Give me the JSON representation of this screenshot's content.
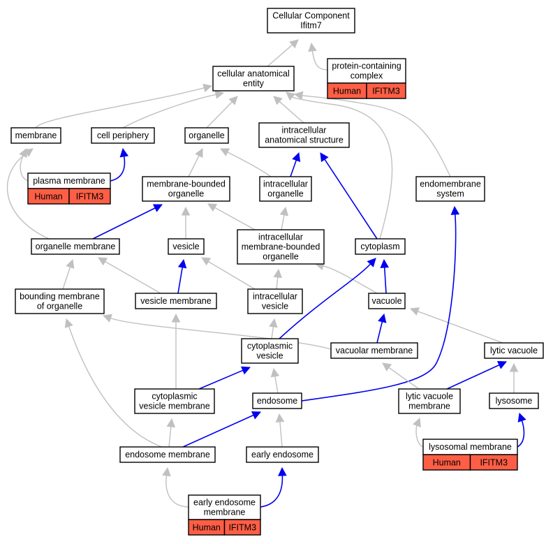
{
  "nodes": {
    "root": {
      "lines": [
        "Cellular Component",
        "Ifitm7"
      ]
    },
    "pcc": {
      "lines": [
        "protein-containing",
        "complex"
      ],
      "tags": [
        "Human",
        "IFITM3"
      ]
    },
    "cae": {
      "lines": [
        "cellular anatomical",
        "entity"
      ]
    },
    "membrane": {
      "lines": [
        "membrane"
      ]
    },
    "cellper": {
      "lines": [
        "cell periphery"
      ]
    },
    "organelle": {
      "lines": [
        "organelle"
      ]
    },
    "ias": {
      "lines": [
        "intracellular",
        "anatomical structure"
      ]
    },
    "plasmamem": {
      "lines": [
        "plasma membrane"
      ],
      "tags": [
        "Human",
        "IFITM3"
      ]
    },
    "mbo": {
      "lines": [
        "membrane-bounded",
        "organelle"
      ]
    },
    "intorg": {
      "lines": [
        "intracellular",
        "organelle"
      ]
    },
    "endosys": {
      "lines": [
        "endomembrane",
        "system"
      ]
    },
    "orgmem": {
      "lines": [
        "organelle membrane"
      ]
    },
    "vesicle": {
      "lines": [
        "vesicle"
      ]
    },
    "imbo": {
      "lines": [
        "intracellular",
        "membrane-bounded",
        "organelle"
      ]
    },
    "cytoplasm": {
      "lines": [
        "cytoplasm"
      ]
    },
    "bmo": {
      "lines": [
        "bounding membrane",
        "of organelle"
      ]
    },
    "vesmem": {
      "lines": [
        "vesicle membrane"
      ]
    },
    "intves": {
      "lines": [
        "intracellular",
        "vesicle"
      ]
    },
    "vacuole": {
      "lines": [
        "vacuole"
      ]
    },
    "cytves": {
      "lines": [
        "cytoplasmic",
        "vesicle"
      ]
    },
    "vacmem": {
      "lines": [
        "vacuolar membrane"
      ]
    },
    "lytvac": {
      "lines": [
        "lytic vacuole"
      ]
    },
    "cvm": {
      "lines": [
        "cytoplasmic",
        "vesicle membrane"
      ]
    },
    "endosome": {
      "lines": [
        "endosome"
      ]
    },
    "lvm": {
      "lines": [
        "lytic vacuole",
        "membrane"
      ]
    },
    "lysosome": {
      "lines": [
        "lysosome"
      ]
    },
    "lysomem": {
      "lines": [
        "lysosomal membrane"
      ],
      "tags": [
        "Human",
        "IFITM3"
      ]
    },
    "endomem": {
      "lines": [
        "endosome membrane"
      ]
    },
    "earlyendo": {
      "lines": [
        "early endosome"
      ]
    },
    "eem": {
      "lines": [
        "early endosome",
        "membrane"
      ],
      "tags": [
        "Human",
        "IFITM3"
      ]
    }
  },
  "edges": [
    {
      "from": "pcc",
      "to": "root",
      "color": "gray"
    },
    {
      "from": "cae",
      "to": "root",
      "color": "gray"
    },
    {
      "from": "membrane",
      "to": "cae",
      "color": "gray"
    },
    {
      "from": "cellper",
      "to": "cae",
      "color": "gray"
    },
    {
      "from": "organelle",
      "to": "cae",
      "color": "gray"
    },
    {
      "from": "ias",
      "to": "cae",
      "color": "gray"
    },
    {
      "from": "cytoplasm",
      "to": "cae",
      "color": "gray"
    },
    {
      "from": "endosys",
      "to": "cae",
      "color": "gray"
    },
    {
      "from": "plasmamem",
      "to": "membrane",
      "color": "gray"
    },
    {
      "from": "plasmamem",
      "to": "cellper",
      "color": "blue"
    },
    {
      "from": "orgmem",
      "to": "membrane",
      "color": "gray"
    },
    {
      "from": "mbo",
      "to": "organelle",
      "color": "gray"
    },
    {
      "from": "intorg",
      "to": "organelle",
      "color": "gray"
    },
    {
      "from": "intorg",
      "to": "ias",
      "color": "blue"
    },
    {
      "from": "cytoplasm",
      "to": "ias",
      "color": "blue"
    },
    {
      "from": "orgmem",
      "to": "mbo",
      "color": "blue"
    },
    {
      "from": "vesicle",
      "to": "mbo",
      "color": "gray"
    },
    {
      "from": "imbo",
      "to": "mbo",
      "color": "gray"
    },
    {
      "from": "imbo",
      "to": "intorg",
      "color": "gray"
    },
    {
      "from": "bmo",
      "to": "orgmem",
      "color": "gray"
    },
    {
      "from": "vesmem",
      "to": "orgmem",
      "color": "gray"
    },
    {
      "from": "vesmem",
      "to": "vesicle",
      "color": "blue"
    },
    {
      "from": "intves",
      "to": "vesicle",
      "color": "gray"
    },
    {
      "from": "intves",
      "to": "imbo",
      "color": "gray"
    },
    {
      "from": "vacuole",
      "to": "imbo",
      "color": "gray"
    },
    {
      "from": "vacuole",
      "to": "cytoplasm",
      "color": "blue"
    },
    {
      "from": "cytves",
      "to": "cytoplasm",
      "color": "blue"
    },
    {
      "from": "vacmem",
      "to": "bmo",
      "color": "gray"
    },
    {
      "from": "endomem",
      "to": "bmo",
      "color": "gray"
    },
    {
      "from": "cvm",
      "to": "vesmem",
      "color": "gray"
    },
    {
      "from": "cytves",
      "to": "intves",
      "color": "gray"
    },
    {
      "from": "vacmem",
      "to": "vacuole",
      "color": "blue"
    },
    {
      "from": "lytvac",
      "to": "vacuole",
      "color": "gray"
    },
    {
      "from": "cvm",
      "to": "cytves",
      "color": "blue"
    },
    {
      "from": "endosome",
      "to": "cytves",
      "color": "gray"
    },
    {
      "from": "endosome",
      "to": "endosys",
      "color": "blue"
    },
    {
      "from": "lvm",
      "to": "vacmem",
      "color": "gray"
    },
    {
      "from": "lvm",
      "to": "lytvac",
      "color": "blue"
    },
    {
      "from": "lysosome",
      "to": "lytvac",
      "color": "gray"
    },
    {
      "from": "endomem",
      "to": "cvm",
      "color": "gray"
    },
    {
      "from": "endomem",
      "to": "endosome",
      "color": "blue"
    },
    {
      "from": "earlyendo",
      "to": "endosome",
      "color": "gray"
    },
    {
      "from": "lysomem",
      "to": "lvm",
      "color": "gray"
    },
    {
      "from": "lysomem",
      "to": "lysosome",
      "color": "blue"
    },
    {
      "from": "eem",
      "to": "endomem",
      "color": "gray"
    },
    {
      "from": "eem",
      "to": "earlyendo",
      "color": "blue"
    }
  ],
  "colors": {
    "gray_edge": "#c0c0c0",
    "blue_edge": "#0000ee",
    "tag_fill": "#fe5e45",
    "node_fill": "#ffffff",
    "node_stroke": "#000000"
  }
}
